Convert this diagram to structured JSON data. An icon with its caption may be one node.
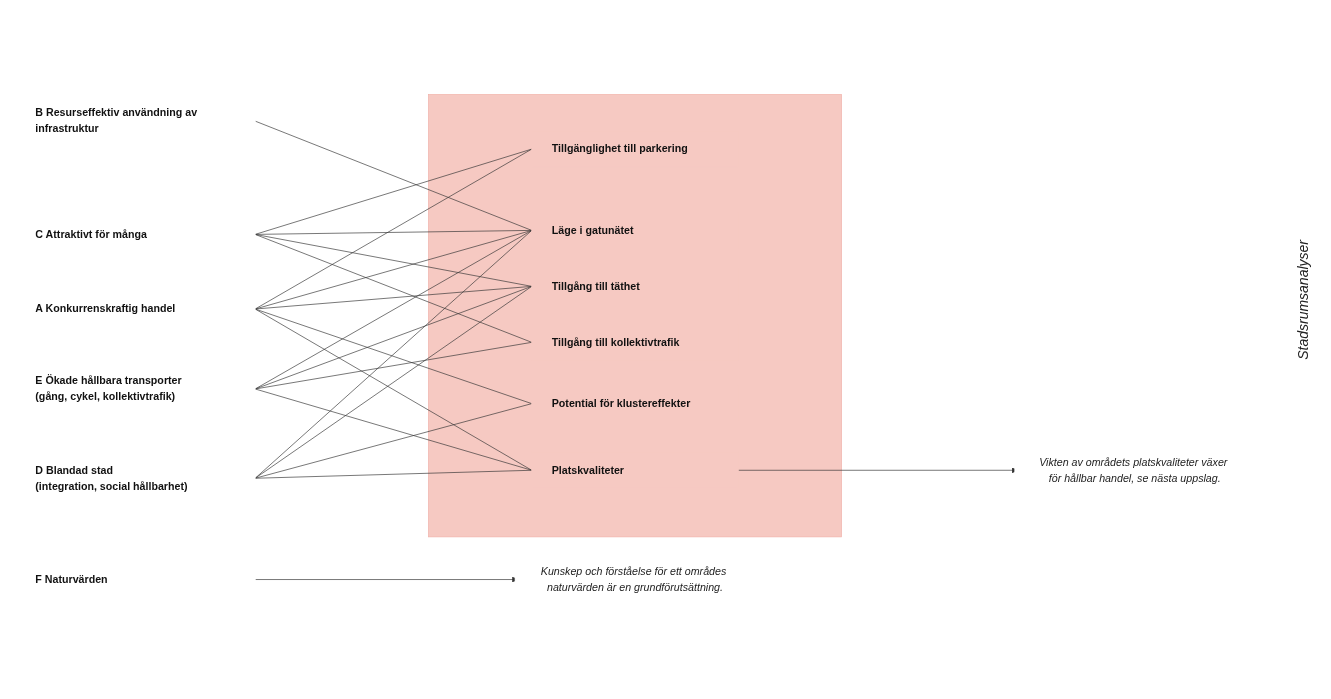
{
  "diagram": {
    "nodes": [
      {
        "text": [
          "A Konkurrenskraftig handel"
        ]
      },
      {
        "text": [
          "B Resurseffektiv användning av infrastruktur"
        ]
      },
      {
        "text": [
          "C Attraktivt för många"
        ]
      },
      {
        "text": [
          "D Blandad stad",
          "(integration, social hållbarhet)"
        ]
      },
      {
        "text": [
          "E Ökade hållbara transporter",
          "(gång, cykel, kollektivtrafik)"
        ]
      },
      {
        "text": [
          "F Naturvärden"
        ]
      },
      {
        "text": [
          "Kunskep och förståelse för ett områdes naturvärden är en grundförutsättning."
        ]
      },
      {
        "text": [],
        "shape": "box"
      },
      {
        "text": [
          "Tillgång till täthet"
        ],
        "in": 7
      },
      {
        "text": [
          "Läge i gatunätet"
        ],
        "in": 7
      },
      {
        "text": [
          "Tillgång till kollektivtrafik"
        ],
        "in": 7
      },
      {
        "text": [
          "Tillgänglighet till parkering"
        ],
        "in": 7
      },
      {
        "text": [
          "Potential för klustereffekter"
        ],
        "in": 7
      },
      {
        "text": [
          "Platskvaliteter"
        ],
        "in": 7
      },
      {
        "text": [
          "Vikten av områdets platskvaliteter växer för hållbar handel, se nästa uppslag."
        ]
      }
    ],
    "edges": [
      {
        "from": 0,
        "to": 8,
        "arrow": "none"
      },
      {
        "from": 0,
        "to": 9,
        "arrow": "none"
      },
      {
        "from": 0,
        "to": 11,
        "arrow": "none"
      },
      {
        "from": 0,
        "to": 12,
        "arrow": "none"
      },
      {
        "from": 0,
        "to": 13,
        "arrow": "none"
      },
      {
        "from": 1,
        "to": 9,
        "arrow": "none"
      },
      {
        "from": 2,
        "to": 8,
        "arrow": "none"
      },
      {
        "from": 2,
        "to": 9,
        "arrow": "none"
      },
      {
        "from": 2,
        "to": 10,
        "arrow": "none"
      },
      {
        "from": 2,
        "to": 11,
        "arrow": "none"
      },
      {
        "from": 3,
        "to": 8,
        "arrow": "none"
      },
      {
        "from": 3,
        "to": 9,
        "arrow": "none"
      },
      {
        "from": 3,
        "to": 12,
        "arrow": "none"
      },
      {
        "from": 3,
        "to": 13,
        "arrow": "none"
      },
      {
        "from": 4,
        "to": 8,
        "arrow": "none"
      },
      {
        "from": 4,
        "to": 9,
        "arrow": "none"
      },
      {
        "from": 4,
        "to": 10,
        "arrow": "none"
      },
      {
        "from": 4,
        "to": 13,
        "arrow": "none"
      },
      {
        "from": 5,
        "to": 6,
        "arrow": "to"
      },
      {
        "from": 13,
        "to": 14,
        "arrow": "to"
      }
    ],
    "labels": [
      "Stadsrumsanalyser"
    ]
  }
}
